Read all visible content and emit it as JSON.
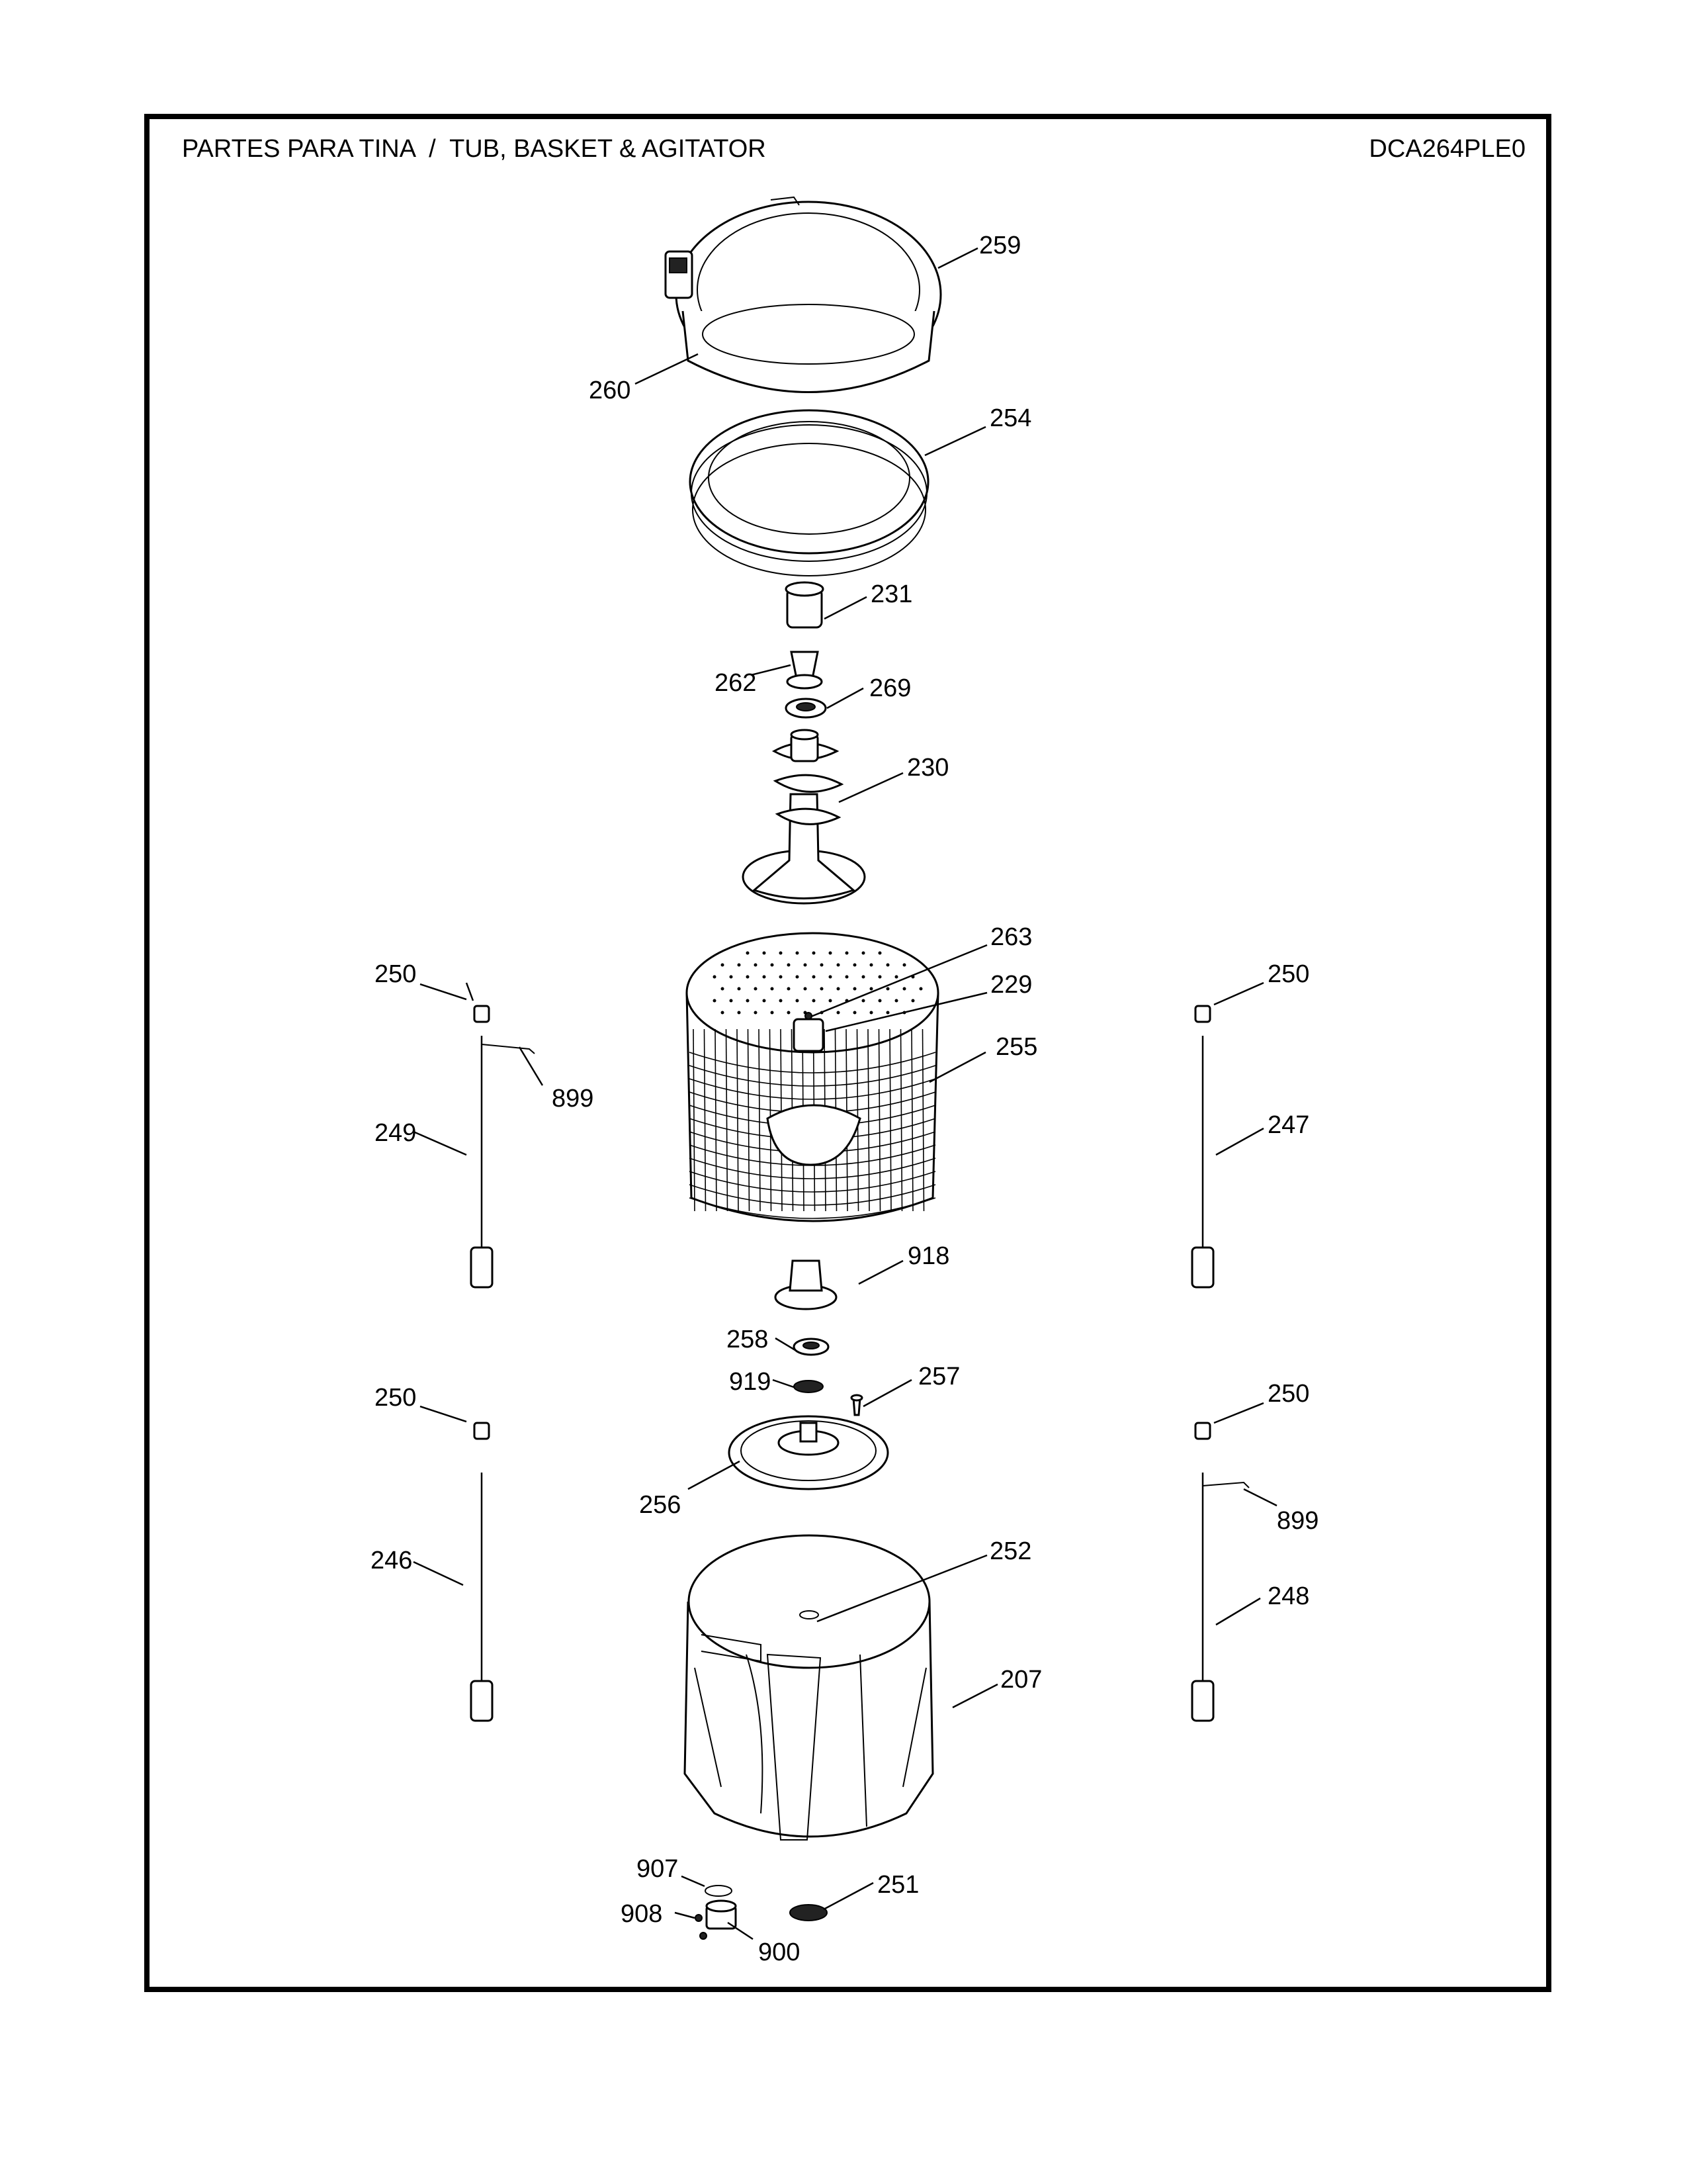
{
  "header": {
    "title": "PARTES PARA TINA  /  TUB, BASKET & AGITATOR",
    "model": "DCA264PLE0"
  },
  "callouts": {
    "c259": "259",
    "c260": "260",
    "c254": "254",
    "c231": "231",
    "c262": "262",
    "c269": "269",
    "c230": "230",
    "c263": "263",
    "c229": "229",
    "c255": "255",
    "c250a": "250",
    "c899a": "899",
    "c249": "249",
    "c250b": "250",
    "c247": "247",
    "c918": "918",
    "c258": "258",
    "c919": "919",
    "c257": "257",
    "c250c": "250",
    "c250d": "250",
    "c256": "256",
    "c899b": "899",
    "c246": "246",
    "c252": "252",
    "c248": "248",
    "c207": "207",
    "c907": "907",
    "c908": "908",
    "c900": "900",
    "c251": "251"
  }
}
